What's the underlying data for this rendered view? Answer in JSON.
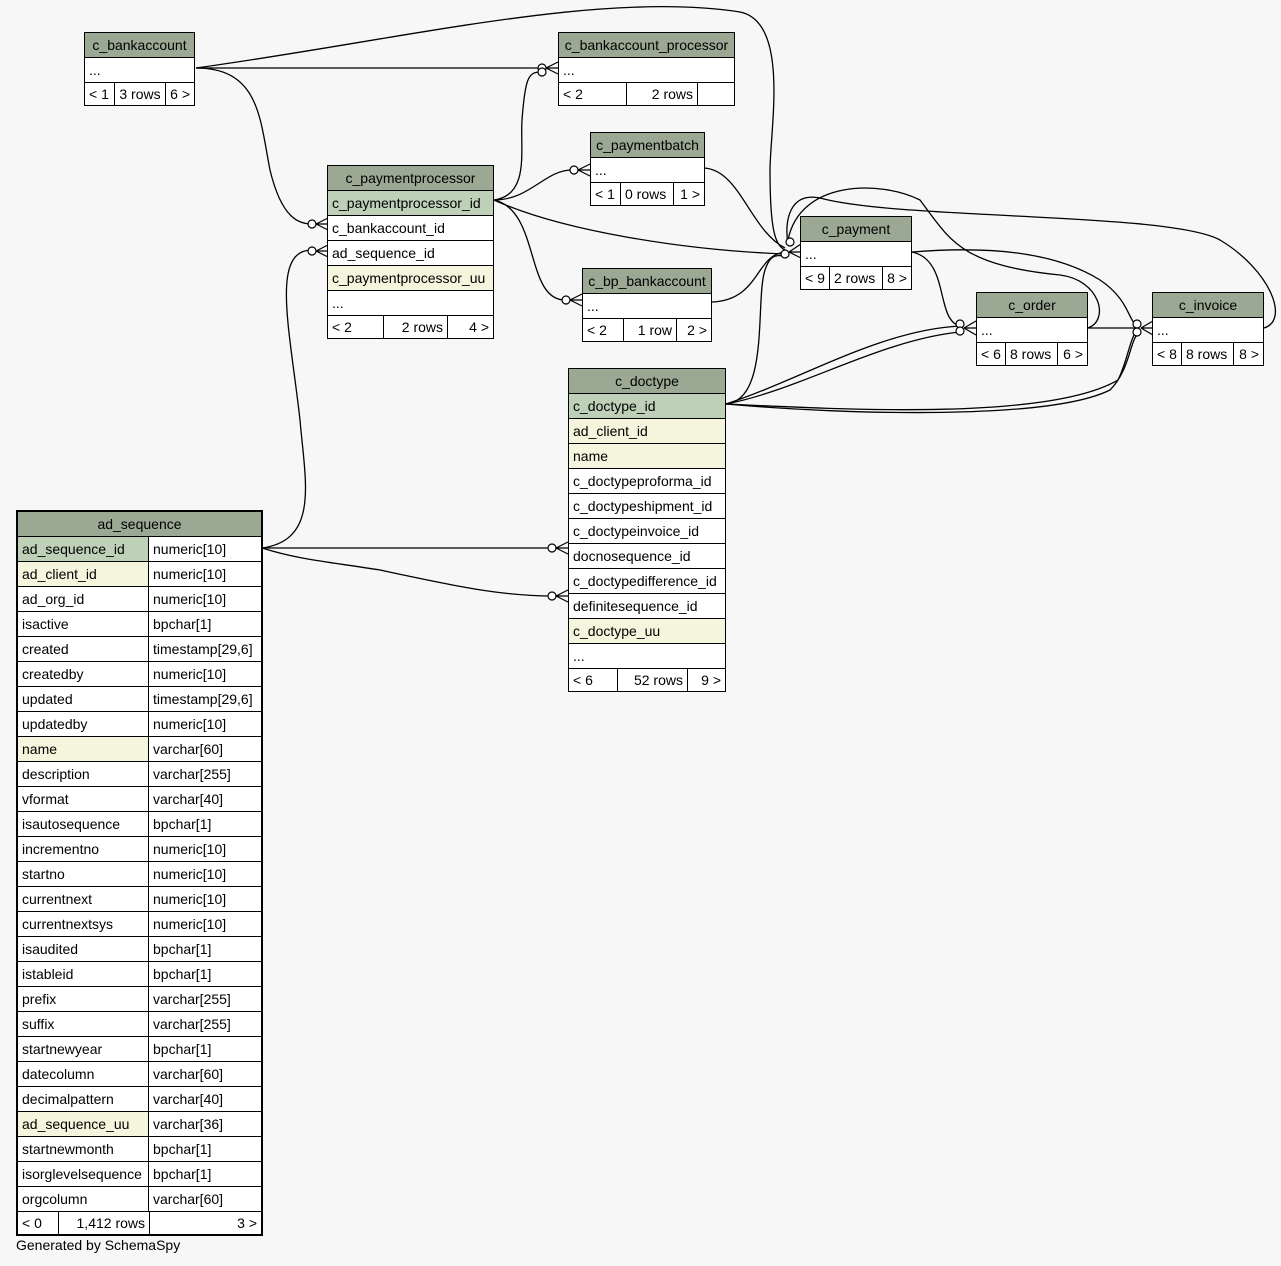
{
  "footer": "Generated by SchemaSpy",
  "tables": {
    "c_bankaccount": {
      "name": "c_bankaccount",
      "rows": [
        "..."
      ],
      "footer": [
        "< 1",
        "3 rows",
        "6 >"
      ]
    },
    "c_bankaccount_processor": {
      "name": "c_bankaccount_processor",
      "rows": [
        "..."
      ],
      "footer": [
        "< 2",
        "2 rows",
        ""
      ]
    },
    "c_paymentbatch": {
      "name": "c_paymentbatch",
      "rows": [
        "..."
      ],
      "footer": [
        "< 1",
        "0 rows",
        "1 >"
      ]
    },
    "c_paymentprocessor": {
      "name": "c_paymentprocessor",
      "rows": [
        "c_paymentprocessor_id",
        "c_bankaccount_id",
        "ad_sequence_id",
        "c_paymentprocessor_uu",
        "..."
      ],
      "footer": [
        "< 2",
        "2 rows",
        "4 >"
      ]
    },
    "c_bp_bankaccount": {
      "name": "c_bp_bankaccount",
      "rows": [
        "..."
      ],
      "footer": [
        "< 2",
        "1 row",
        "2 >"
      ]
    },
    "c_payment": {
      "name": "c_payment",
      "rows": [
        "..."
      ],
      "footer": [
        "< 9",
        "2 rows",
        "8 >"
      ]
    },
    "c_order": {
      "name": "c_order",
      "rows": [
        "..."
      ],
      "footer": [
        "< 6",
        "8 rows",
        "6 >"
      ]
    },
    "c_invoice": {
      "name": "c_invoice",
      "rows": [
        "..."
      ],
      "footer": [
        "< 8",
        "8 rows",
        "8 >"
      ]
    },
    "c_doctype": {
      "name": "c_doctype",
      "rows": [
        "c_doctype_id",
        "ad_client_id",
        "name",
        "c_doctypeproforma_id",
        "c_doctypeshipment_id",
        "c_doctypeinvoice_id",
        "docnosequence_id",
        "c_doctypedifference_id",
        "definitesequence_id",
        "c_doctype_uu",
        "..."
      ],
      "footer": [
        "< 6",
        "52 rows",
        "9 >"
      ]
    },
    "ad_sequence": {
      "name": "ad_sequence",
      "columns": [
        {
          "name": "ad_sequence_id",
          "type": "numeric[10]"
        },
        {
          "name": "ad_client_id",
          "type": "numeric[10]"
        },
        {
          "name": "ad_org_id",
          "type": "numeric[10]"
        },
        {
          "name": "isactive",
          "type": "bpchar[1]"
        },
        {
          "name": "created",
          "type": "timestamp[29,6]"
        },
        {
          "name": "createdby",
          "type": "numeric[10]"
        },
        {
          "name": "updated",
          "type": "timestamp[29,6]"
        },
        {
          "name": "updatedby",
          "type": "numeric[10]"
        },
        {
          "name": "name",
          "type": "varchar[60]"
        },
        {
          "name": "description",
          "type": "varchar[255]"
        },
        {
          "name": "vformat",
          "type": "varchar[40]"
        },
        {
          "name": "isautosequence",
          "type": "bpchar[1]"
        },
        {
          "name": "incrementno",
          "type": "numeric[10]"
        },
        {
          "name": "startno",
          "type": "numeric[10]"
        },
        {
          "name": "currentnext",
          "type": "numeric[10]"
        },
        {
          "name": "currentnextsys",
          "type": "numeric[10]"
        },
        {
          "name": "isaudited",
          "type": "bpchar[1]"
        },
        {
          "name": "istableid",
          "type": "bpchar[1]"
        },
        {
          "name": "prefix",
          "type": "varchar[255]"
        },
        {
          "name": "suffix",
          "type": "varchar[255]"
        },
        {
          "name": "startnewyear",
          "type": "bpchar[1]"
        },
        {
          "name": "datecolumn",
          "type": "varchar[60]"
        },
        {
          "name": "decimalpattern",
          "type": "varchar[40]"
        },
        {
          "name": "ad_sequence_uu",
          "type": "varchar[36]"
        },
        {
          "name": "startnewmonth",
          "type": "bpchar[1]"
        },
        {
          "name": "isorglevelsequence",
          "type": "bpchar[1]"
        },
        {
          "name": "orgcolumn",
          "type": "varchar[60]"
        }
      ],
      "footer": [
        "< 0",
        "1,412 rows",
        "3 >"
      ]
    }
  },
  "colors": {
    "title": "#9ba994",
    "primary_key": "#bed1b8",
    "indexed": "#f5f5dd",
    "background": "#f7f7f7"
  }
}
